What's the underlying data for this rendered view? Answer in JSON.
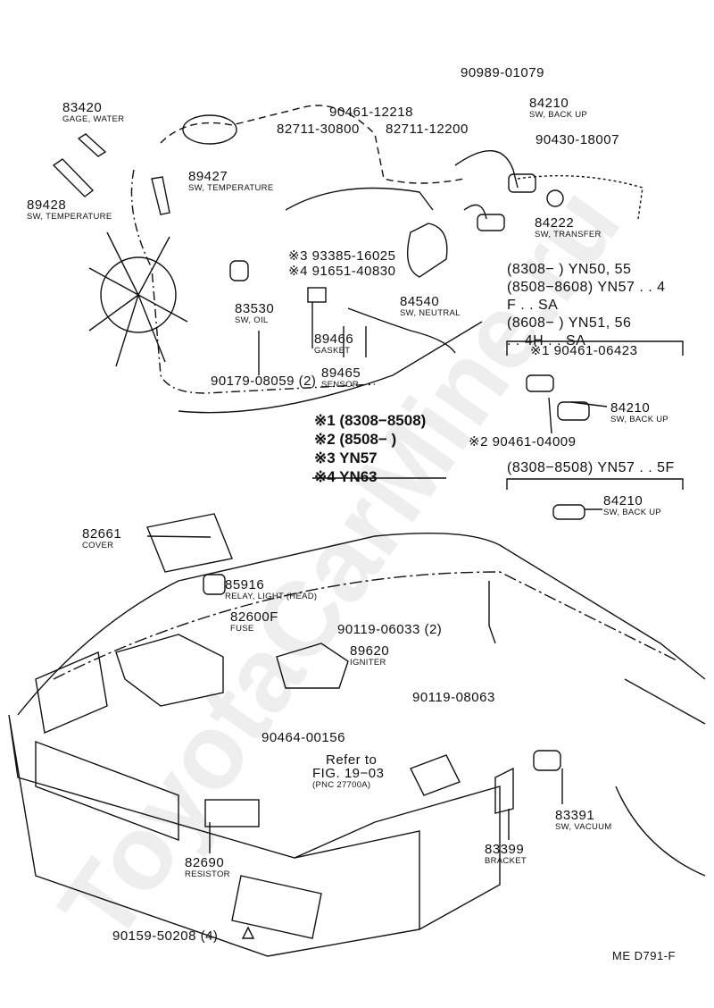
{
  "watermark": "ToyotaCarMine.ru",
  "drawing_code": "ME D791-F",
  "parts": [
    {
      "pn": "83420",
      "desc": "GAGE, WATER"
    },
    {
      "pn": "89428",
      "desc": "SW, TEMPERATURE"
    },
    {
      "pn": "89427",
      "desc": "SW, TEMPERATURE"
    },
    {
      "pn": "82711-30800",
      "desc": ""
    },
    {
      "pn": "90461-12218",
      "desc": ""
    },
    {
      "pn": "82711-12200",
      "desc": ""
    },
    {
      "pn": "90989-01079",
      "desc": ""
    },
    {
      "pn": "84210",
      "desc": "SW, BACK UP"
    },
    {
      "pn": "90430-18007",
      "desc": ""
    },
    {
      "pn": "84222",
      "desc": "SW, TRANSFER"
    },
    {
      "pn": "※3 93385-16025",
      "desc": ""
    },
    {
      "pn": "※4 91651-40830",
      "desc": ""
    },
    {
      "pn": "83530",
      "desc": "SW, OIL"
    },
    {
      "pn": "84540",
      "desc": "SW, NEUTRAL"
    },
    {
      "pn": "89466",
      "desc": "GASKET"
    },
    {
      "pn": "90179-08059 (2)",
      "desc": ""
    },
    {
      "pn": "89465",
      "desc": "SENSOR"
    },
    {
      "pn": "※1 90461-06423",
      "desc": ""
    },
    {
      "pn": "84210",
      "desc": "SW, BACK UP"
    },
    {
      "pn": "※2 90461-04009",
      "desc": ""
    },
    {
      "pn": "84210",
      "desc": "SW, BACK UP"
    },
    {
      "pn": "82661",
      "desc": "COVER"
    },
    {
      "pn": "85916",
      "desc": "RELAY, LIGHT (HEAD)"
    },
    {
      "pn": "82600F",
      "desc": "FUSE"
    },
    {
      "pn": "90119-06033 (2)",
      "desc": ""
    },
    {
      "pn": "89620",
      "desc": "IGNITER"
    },
    {
      "pn": "90464-00156",
      "desc": ""
    },
    {
      "pn": "90119-08063",
      "desc": ""
    },
    {
      "pn": "83391",
      "desc": "SW, VACUUM"
    },
    {
      "pn": "83399",
      "desc": "BRACKET"
    },
    {
      "pn": "82690",
      "desc": "RESISTOR"
    },
    {
      "pn": "90159-50208 (4)",
      "desc": ""
    }
  ],
  "applicability": {
    "lines": [
      "(8308−      ) YN50, 55",
      "(8508−8608) YN57 . . 4",
      "F . . SA",
      "(8608−      ) YN51, 56",
      ". . 4H . . SA"
    ],
    "bottom": "(8308−8508) YN57 . . 5F"
  },
  "legend": [
    "※1 (8308−8508)",
    "※2 (8508−      )",
    "※3 YN57",
    "※4 YN63"
  ],
  "refer": {
    "line1": "Refer to",
    "line2": "FIG. 19−03",
    "line3": "(PNC 27700A)"
  }
}
